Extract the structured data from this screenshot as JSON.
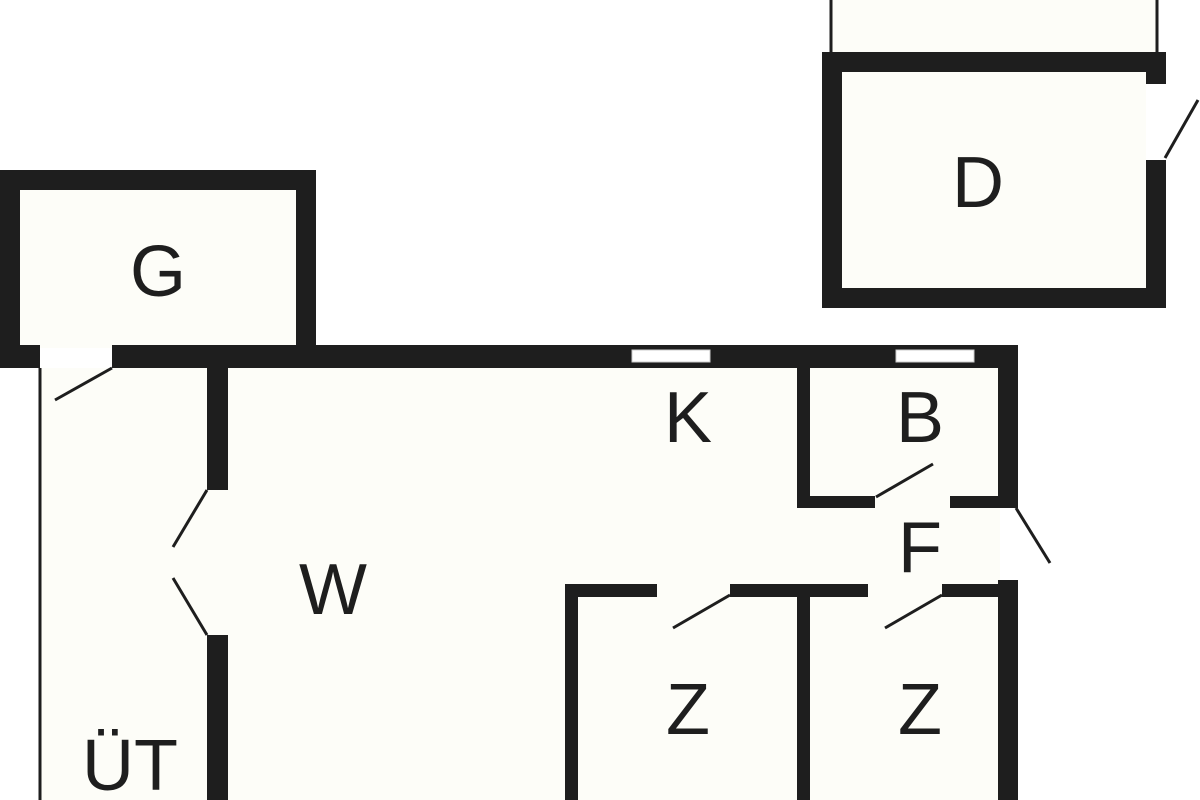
{
  "rooms": {
    "g": "G",
    "d": "D",
    "k": "K",
    "b": "B",
    "w": "W",
    "f": "F",
    "z1": "Z",
    "z2": "Z",
    "ut": "ÜT"
  },
  "colors": {
    "wall": "#1e1e1e",
    "floor": "#fdfdf8"
  }
}
